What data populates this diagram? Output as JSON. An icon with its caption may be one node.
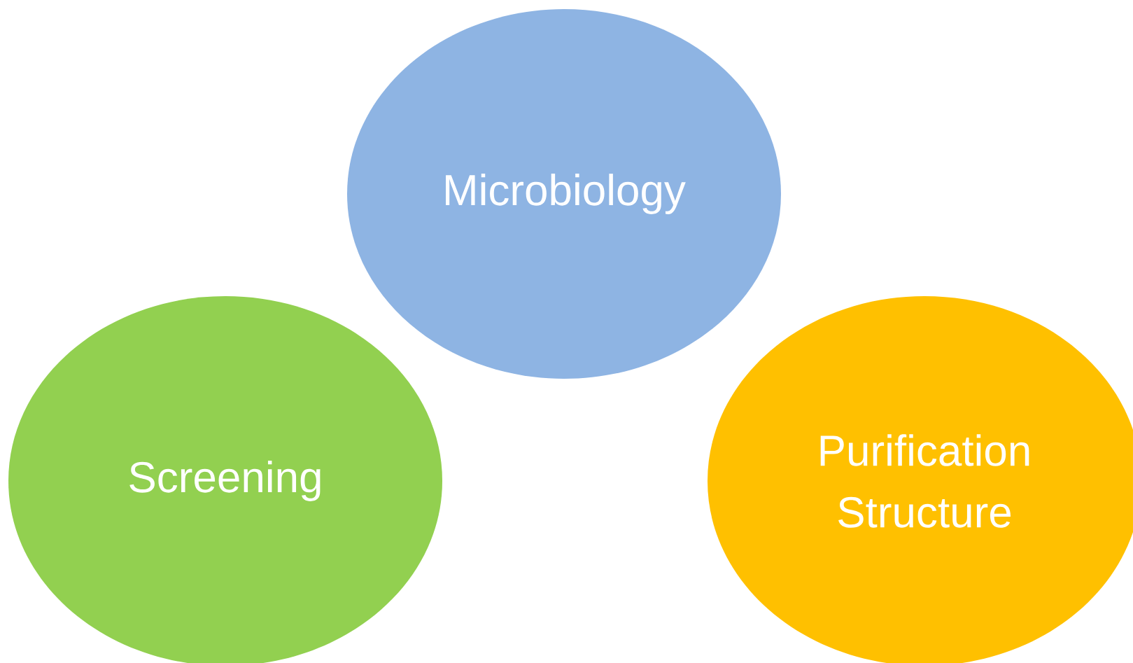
{
  "diagram": {
    "nodes": [
      {
        "text": [
          "Microbiology"
        ]
      },
      {
        "text": [
          "Screening"
        ]
      },
      {
        "text": [
          "Purification Structure"
        ]
      }
    ]
  }
}
